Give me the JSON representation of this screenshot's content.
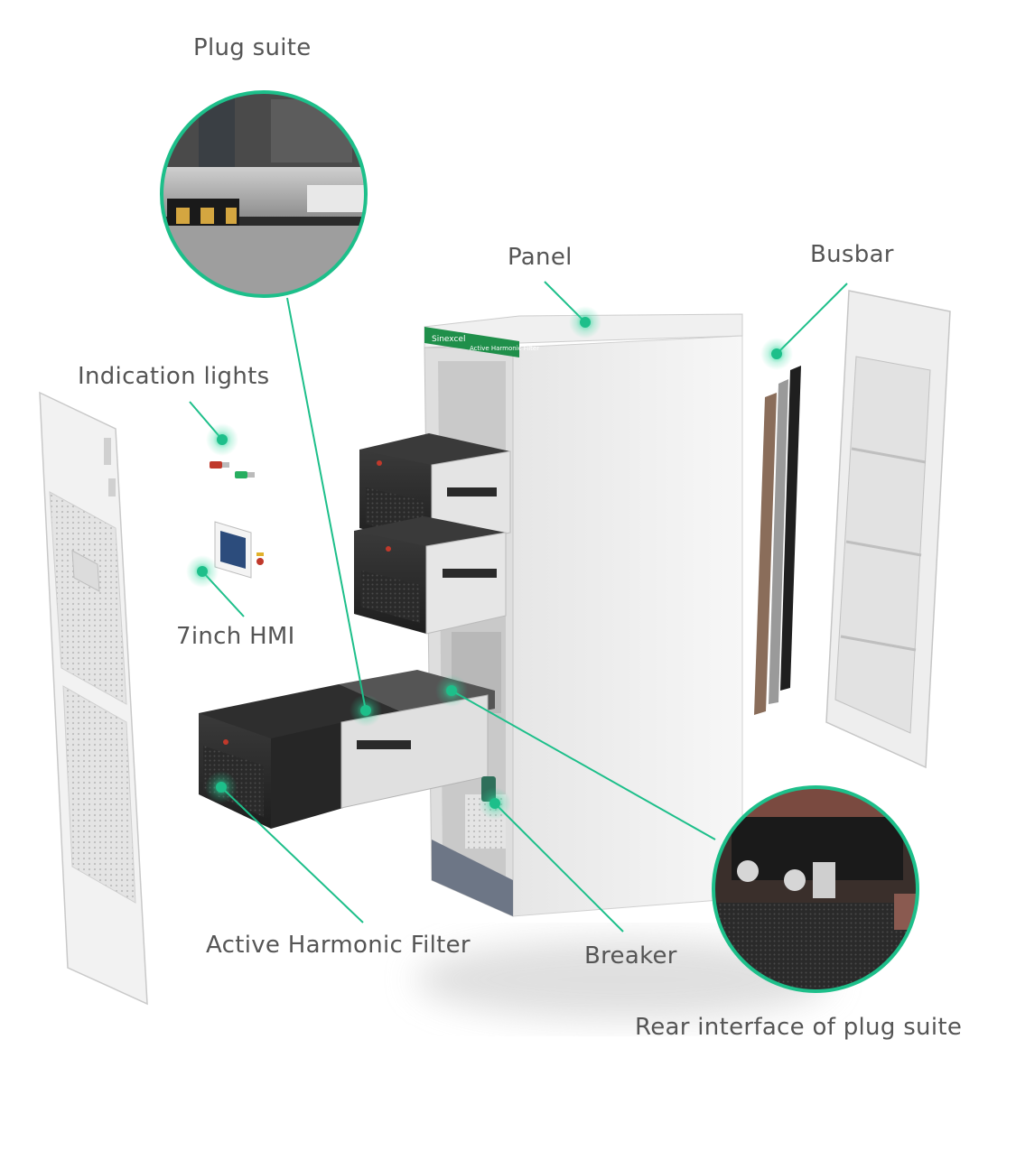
{
  "labels": {
    "plug_suite": "Plug suite",
    "panel": "Panel",
    "busbar": "Busbar",
    "indication_lights": "Indication lights",
    "hmi": "7inch HMI",
    "ahf": "Active Harmonic Filter",
    "breaker": "Breaker",
    "rear_interface": "Rear interface of plug suite"
  },
  "cabinet": {
    "brand": "Sinexcel",
    "product": "Active Harmonic Filter"
  },
  "colors": {
    "accent": "#1dbf8a",
    "label_text": "#555555",
    "cabinet_white": "#eeeeee",
    "module_dark": "#2b2b2b"
  }
}
